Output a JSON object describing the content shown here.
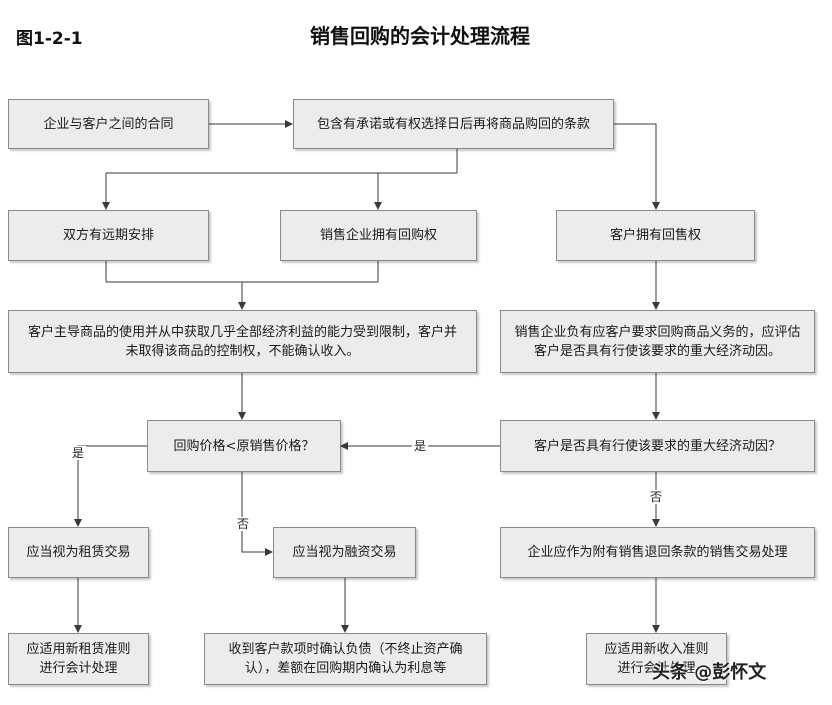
{
  "figure": {
    "number": "图1-2-1",
    "title": "销售回购的会计处理流程"
  },
  "nodes": {
    "contract": "企业与客户之间的合同",
    "clause": "包含有承诺或有权选择日后再将商品购回的条款",
    "forward": "双方有远期安排",
    "call_option": "销售企业拥有回购权",
    "put_option": "客户拥有回售权",
    "restricted": "客户主导商品的使用并从中获取几乎全部经济利益的能力受到限制，客户并未取得该商品的控制权，不能确认收入。",
    "obligation": "销售企业负有应客户要求回购商品义务的，应评估客户是否具有行使该要求的重大经济动因。",
    "price_check": "回购价格<原销售价格？",
    "incentive_check": "客户是否具有行使该要求的重大经济动因？",
    "lease": "应当视为租赁交易",
    "financing": "应当视为融资交易",
    "sale_return": "企业应作为附有销售退回条款的销售交易处理",
    "lease_standard": "应适用新租赁准则进行会计处理",
    "liability": "收到客户款项时确认负债（不终止资产确认），差额在回购期内确认为利息等",
    "revenue_standard": "应适用新收入准则进行会计处理"
  },
  "edge_labels": {
    "yes_incentive": "是",
    "yes_price": "是",
    "no_price": "否",
    "no_incentive": "否"
  },
  "watermark": "头条 @彭怀文",
  "colors": {
    "node_fill": "#ececec",
    "node_border": "#8a8a8a",
    "line": "#3a3a3a"
  }
}
